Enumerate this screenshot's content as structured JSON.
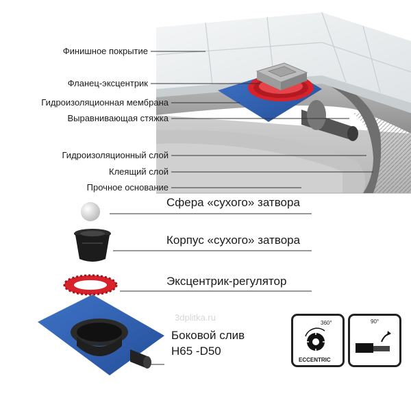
{
  "layers": {
    "finish": "Финишное покрытие",
    "flange": "Фланец-эксцентрик",
    "membrane": "Гидроизоляционная мембрана",
    "screed": "Выравнивающая стяжка",
    "waterproof": "Гидроизоляционный слой",
    "adhesive": "Клеящий слой",
    "base": "Прочное основание"
  },
  "parts": {
    "sphere": "Сфера «сухого» затвора",
    "body": "Корпус «сухого» затвора",
    "eccentric": "Эксцентрик-регулятор",
    "drain_line1": "Боковой слив",
    "drain_line2": "H65 -D50"
  },
  "watermark": "3dplitka.ru",
  "icons": {
    "eccentric_angle": "360°",
    "eccentric_label": "ECCENTRIC",
    "tilt_angle": "90°"
  },
  "colors": {
    "membrane_blue": "#2f5fb0",
    "eccentric_red": "#d8222b",
    "body_black": "#1c1c1c",
    "concrete": "#9a9a9a"
  }
}
